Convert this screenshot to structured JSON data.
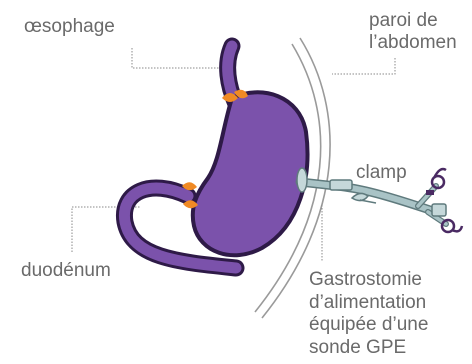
{
  "labels": {
    "oesophage": "œsophage",
    "paroi": [
      "paroi de",
      "l’abdomen"
    ],
    "clamp": "clamp",
    "duodenum": "duodénum",
    "gastrostomie": [
      "Gastrostomie",
      "d’alimentation",
      "équipée d’une",
      "sonde GPE"
    ]
  },
  "colors": {
    "stomach_fill": "#7b52ab",
    "stomach_outline": "#2e1a47",
    "sphincter": "#f08a24",
    "tube": "#a9c3c6",
    "tube_outline": "#5f7a7d",
    "connector": "#4a2a63",
    "leader_line": "#8a8a8a",
    "text": "#6a6a6a"
  }
}
